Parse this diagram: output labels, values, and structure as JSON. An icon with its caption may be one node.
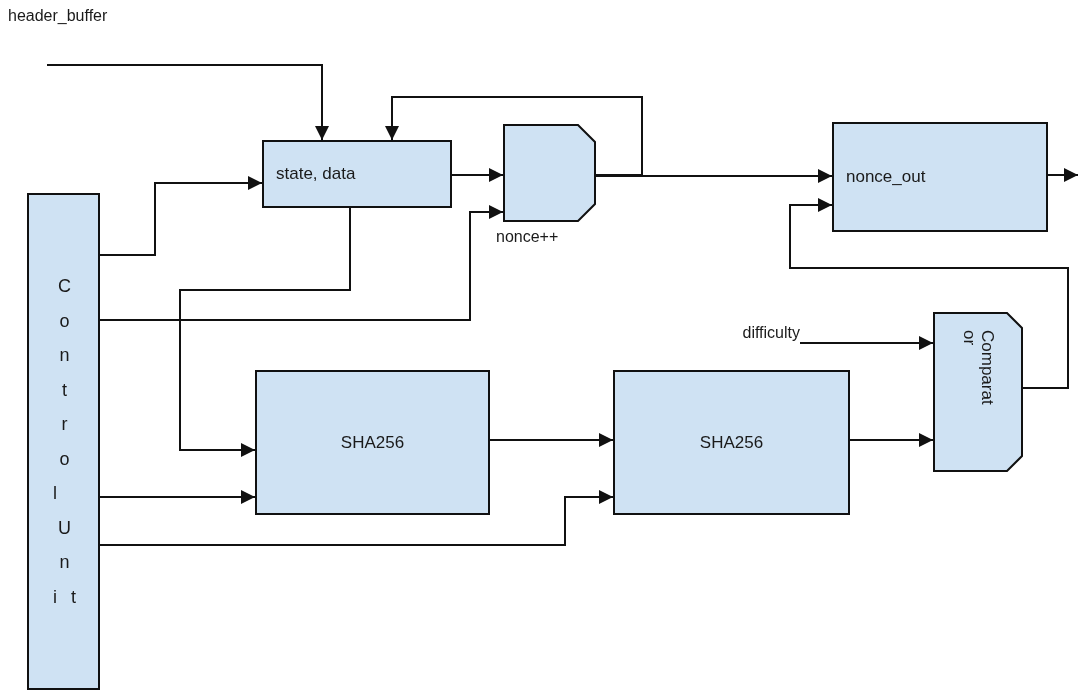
{
  "diagram": {
    "nodes": [
      {
        "text": [
          "header_buffer"
        ]
      },
      {
        "text": [
          "Control Unit"
        ]
      },
      {
        "text": [
          "state, data"
        ]
      },
      {
        "text": [
          "nonce++"
        ]
      },
      {
        "text": [
          "nonce_out"
        ]
      },
      {
        "text": [
          "difficulty"
        ]
      },
      {
        "text": [
          "SHA256"
        ]
      },
      {
        "text": [
          "SHA256"
        ]
      },
      {
        "text": [
          "Comparat or"
        ]
      }
    ],
    "edges": [
      {
        "from": 0,
        "to": 2,
        "arrow": "to"
      },
      {
        "from": 1,
        "to": 2,
        "arrow": "to"
      },
      {
        "from": 2,
        "to": 3,
        "arrow": "to"
      },
      {
        "from": 1,
        "to": 3,
        "arrow": "to"
      },
      {
        "from": 3,
        "to": 2,
        "arrow": "to"
      },
      {
        "from": 3,
        "to": 4,
        "arrow": "to"
      },
      {
        "from": 4,
        "to": null,
        "arrow": "to"
      },
      {
        "from": 2,
        "to": 6,
        "arrow": "to"
      },
      {
        "from": 1,
        "to": 6,
        "arrow": "to"
      },
      {
        "from": 6,
        "to": 7,
        "arrow": "to"
      },
      {
        "from": 1,
        "to": 7,
        "arrow": "to"
      },
      {
        "from": 5,
        "to": 8,
        "arrow": "to"
      },
      {
        "from": 7,
        "to": 8,
        "arrow": "to"
      },
      {
        "from": 8,
        "to": 4,
        "arrow": "to"
      }
    ]
  }
}
